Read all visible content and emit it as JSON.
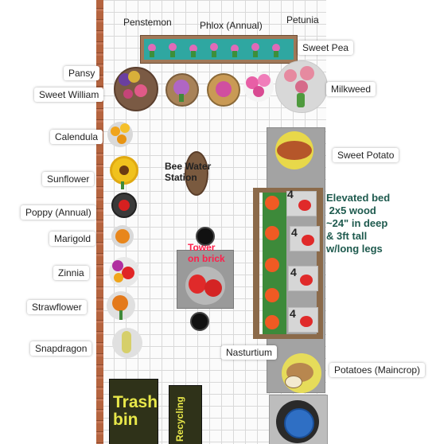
{
  "labels": {
    "penstemon": "Penstemon",
    "phlox": "Phlox (Annual)",
    "petunia": "Petunia",
    "sweet_pea": "Sweet Pea",
    "pansy": "Pansy",
    "sweet_william": "Sweet William",
    "milkweed": "Milkweed",
    "calendula": "Calendula",
    "sweet_potato": "Sweet Potato",
    "sunflower": "Sunflower",
    "bee_water": "Bee Water\nStation",
    "poppy": "Poppy (Annual)",
    "marigold": "Marigold",
    "tower": "Tower\non brick",
    "zinnia": "Zinnia",
    "strawflower": "Strawflower",
    "snapdragon": "Snapdragon",
    "nasturtium": "Nasturtium",
    "potatoes": "Potatoes (Maincrop)",
    "trash": "Trash\nbin",
    "recycling": "Recycling"
  },
  "elevated_bed_note": "Elevated bed\n 2x5 wood\n~24\" in deep\n& 3ft tall\nw/long legs",
  "strawberry_counts": [
    "4",
    "4",
    "4",
    "4"
  ],
  "colors": {
    "fence": "#b5643f",
    "note_text": "#1e5a4e",
    "tower_text": "#ff1f4b",
    "bed_wood": "#8b6a4a",
    "bin_text": "#e8e84a"
  }
}
